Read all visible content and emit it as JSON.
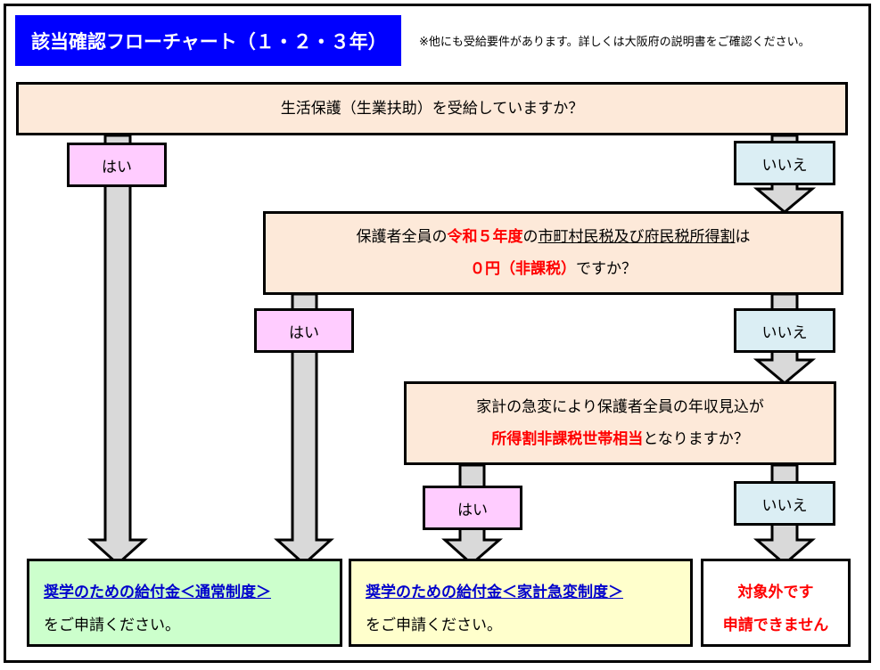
{
  "title": "該当確認フローチャート（１・２・３年）",
  "note": "※他にも受給要件があります。詳しくは大阪府の説明書をご確認ください。",
  "q1": "生活保護（生業扶助）を受給していますか？",
  "q2": {
    "pre": "保護者全員の",
    "red1": "令和５年度",
    "mid": "の",
    "ul": "市町村民税及び府民税所得割",
    "post": "は",
    "red2": "０円（非課税）",
    "tail": "ですか？"
  },
  "q3": {
    "line1": "家計の急変により保護者全員の年収見込が",
    "red": "所得割非課税世帯相当",
    "tail": "となりますか？"
  },
  "yes_label": "はい",
  "no_label": "いいえ",
  "r1": {
    "head": "奨学のための給付金＜通常制度＞",
    "body": "をご申請ください。"
  },
  "r2": {
    "head": "奨学のための給付金＜家計急変制度＞",
    "body": "をご申請ください。"
  },
  "r3": {
    "line1": "対象外です",
    "line2": "申請できません"
  },
  "colors": {
    "title_bg": "#0000ff",
    "question_bg": "#fde9d9",
    "yes_bg": "#ffccff",
    "no_bg": "#dbeef4",
    "r1_bg": "#ccffcc",
    "r2_bg": "#ffffcc",
    "r3_bg": "#ffffff",
    "arrow": "#d9d9d9"
  }
}
